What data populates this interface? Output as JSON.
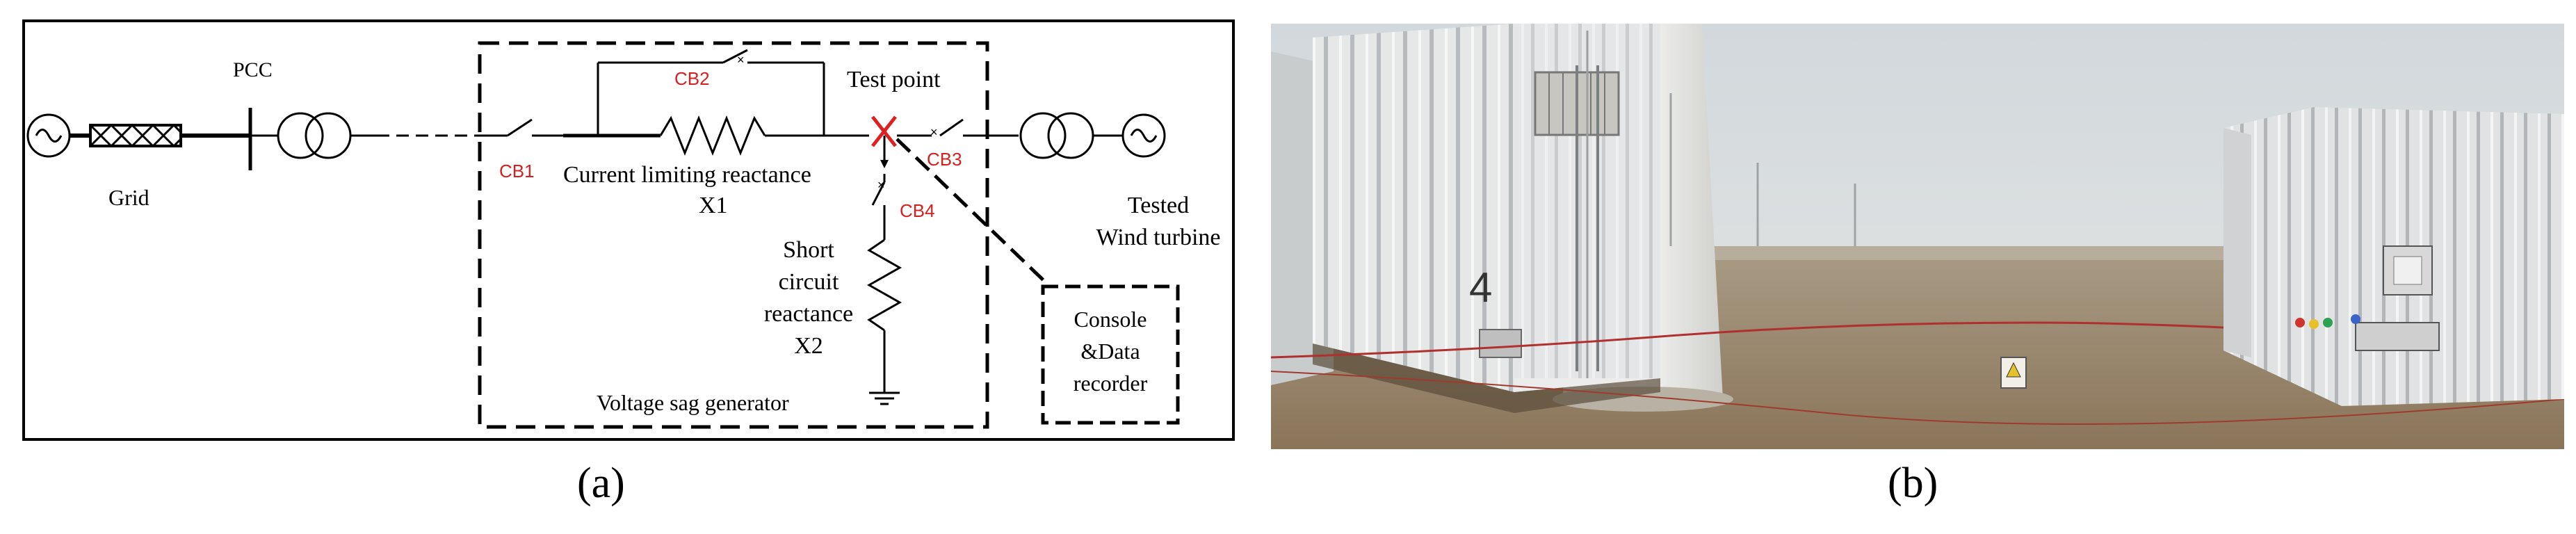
{
  "panel_a": {
    "caption": "(a)",
    "labels": {
      "pcc": "PCC",
      "grid": "Grid",
      "cb1": "CB1",
      "cb2": "CB2",
      "cb3": "CB3",
      "cb4": "CB4",
      "test_point": "Test point",
      "current_reactance_1": "Current limiting reactance",
      "current_reactance_2": "X1",
      "short_circuit_1": "Short",
      "short_circuit_2": "circuit",
      "short_circuit_3": "reactance",
      "short_circuit_4": "X2",
      "tested_1": "Tested",
      "tested_2": "Wind turbine",
      "console_1": "Console",
      "console_2": "&Data",
      "console_3": "recorder",
      "vsg": "Voltage sag generator"
    },
    "colors": {
      "breaker_label": "#d62020",
      "fault_marker": "#e02020"
    }
  },
  "panel_b": {
    "caption": "(b)",
    "container_number": "4"
  }
}
